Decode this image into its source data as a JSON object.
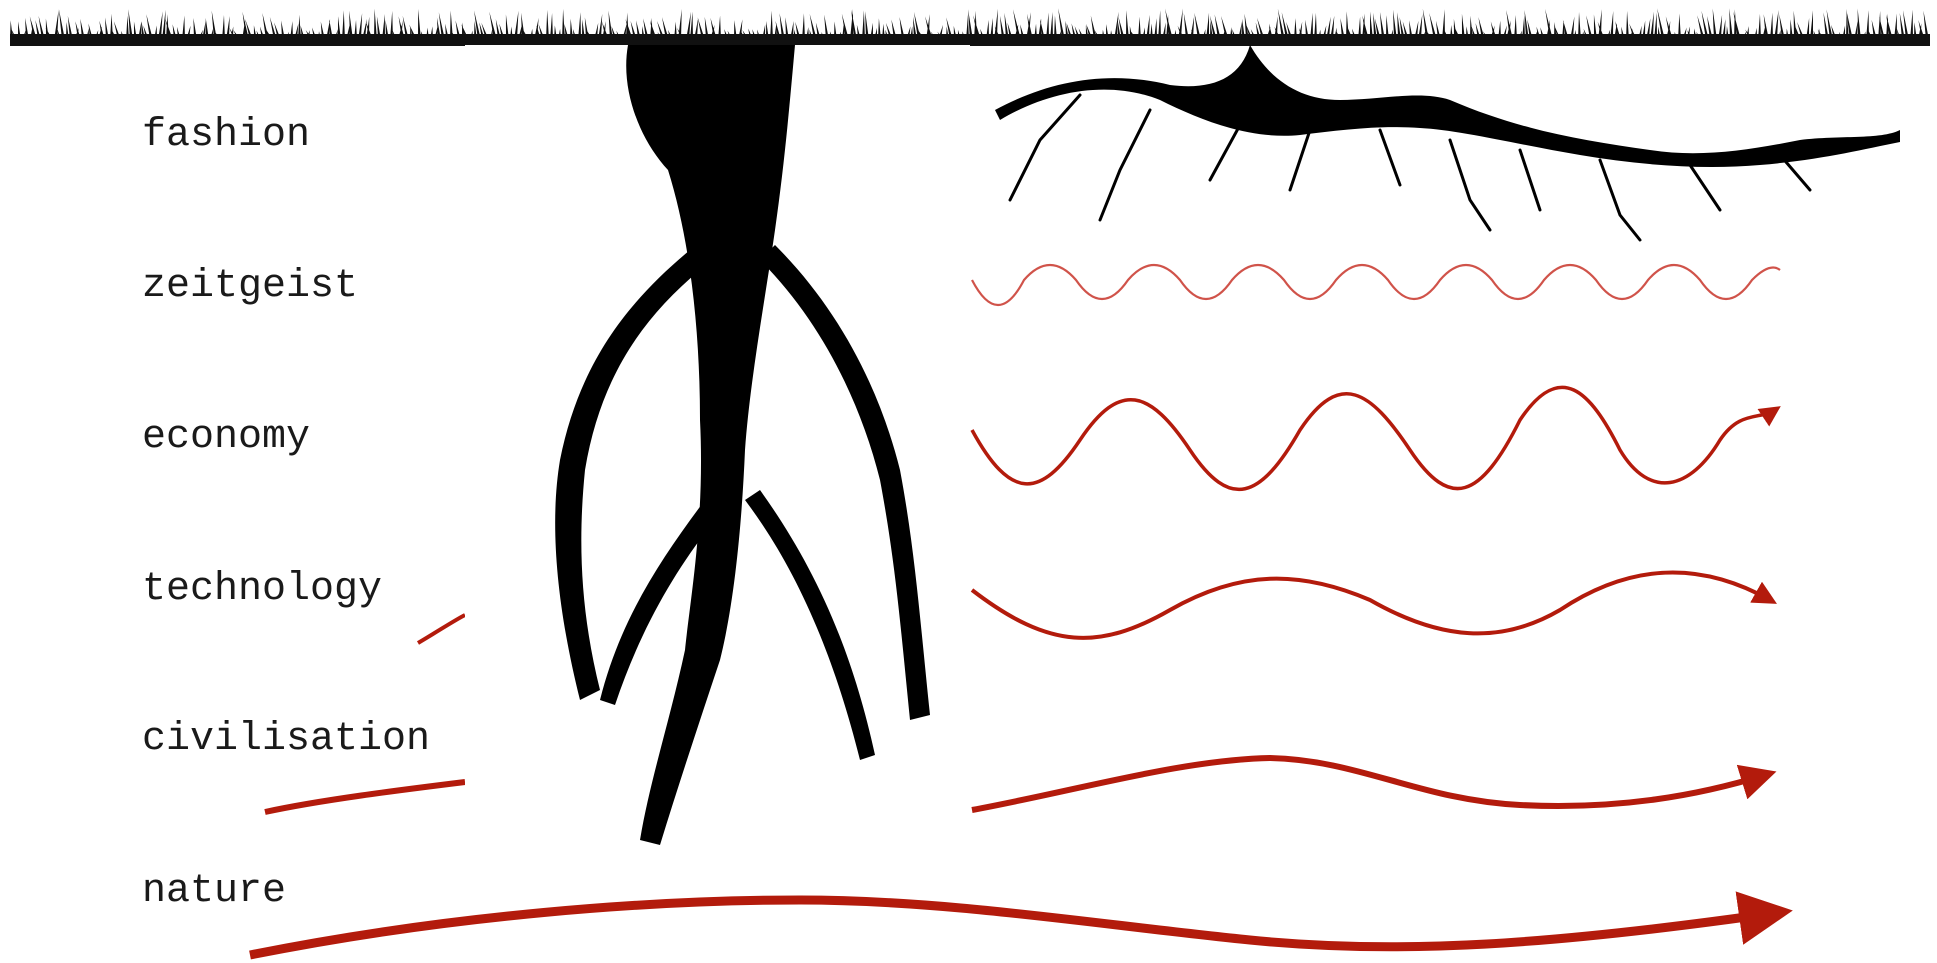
{
  "labels": {
    "fashion": "fashion",
    "zeitgeist": "zeitgeist",
    "economy": "economy",
    "technology": "technology",
    "civilisation": "civilisation",
    "nature": "nature"
  },
  "colors": {
    "wave": "#b31b0c",
    "wave_light": "#cc4a40",
    "roots": "#000000",
    "grass": "#111111",
    "label_text": "#1a1a1a",
    "background": "#ffffff"
  },
  "icons": {
    "grass": "grass-strip-icon",
    "deep_root": "taproot-icon",
    "shallow_root": "shallow-root-icon"
  }
}
